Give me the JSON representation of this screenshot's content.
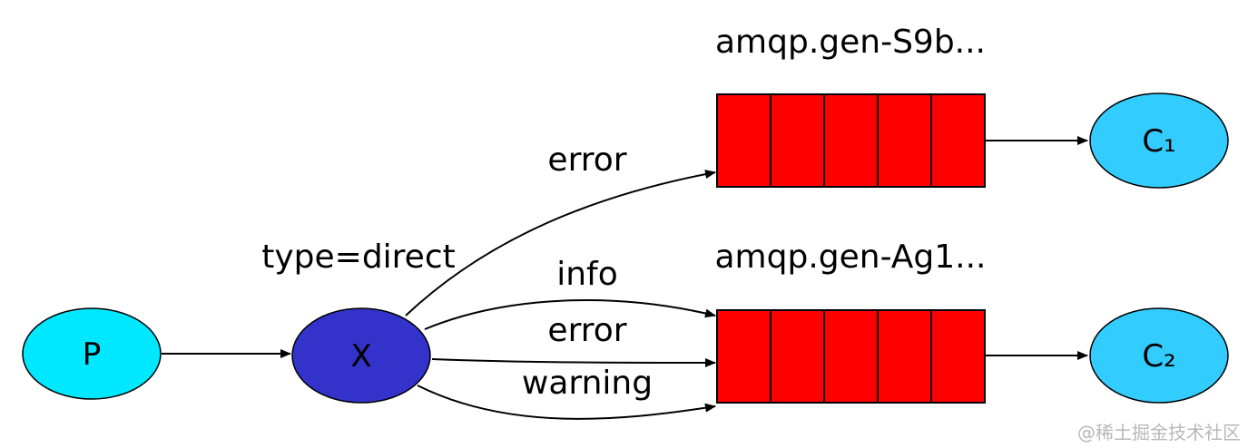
{
  "nodes": {
    "producer": {
      "label": "P",
      "color": "#00e8ff"
    },
    "exchange": {
      "label": "X",
      "type_label": "type=direct",
      "color": "#3333cc"
    },
    "consumer1": {
      "label": "C₁",
      "color": "#33ccff"
    },
    "consumer2": {
      "label": "C₂",
      "color": "#33ccff"
    }
  },
  "queues": [
    {
      "name": "amqp.gen-S9b...",
      "color": "#ff0000",
      "cells": 5
    },
    {
      "name": "amqp.gen-Ag1...",
      "color": "#ff0000",
      "cells": 5
    }
  ],
  "bindings": [
    {
      "routing_key": "error",
      "queue": 0
    },
    {
      "routing_key": "info",
      "queue": 1
    },
    {
      "routing_key": "error",
      "queue": 1
    },
    {
      "routing_key": "warning",
      "queue": 1
    }
  ],
  "watermark": "@稀土掘金技术社区"
}
